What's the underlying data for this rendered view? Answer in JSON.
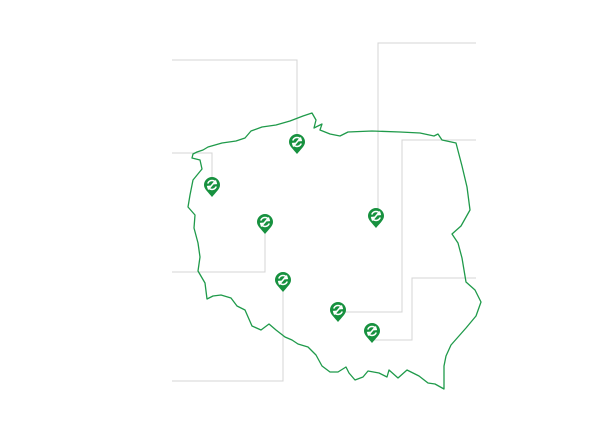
{
  "map": {
    "region": "Poland",
    "colors": {
      "border": "#1f9a4a",
      "marker": "#17913f",
      "marker_glyph": "#ffffff",
      "leader_line": "#d4d4d4",
      "background": "#ffffff"
    },
    "marker_icon": "recycle-icon",
    "markers": [
      {
        "id": "szczecin"
      },
      {
        "id": "koszalin"
      },
      {
        "id": "poznan"
      },
      {
        "id": "warszawa"
      },
      {
        "id": "wroclaw"
      },
      {
        "id": "krakow"
      },
      {
        "id": "tarnow"
      }
    ]
  }
}
